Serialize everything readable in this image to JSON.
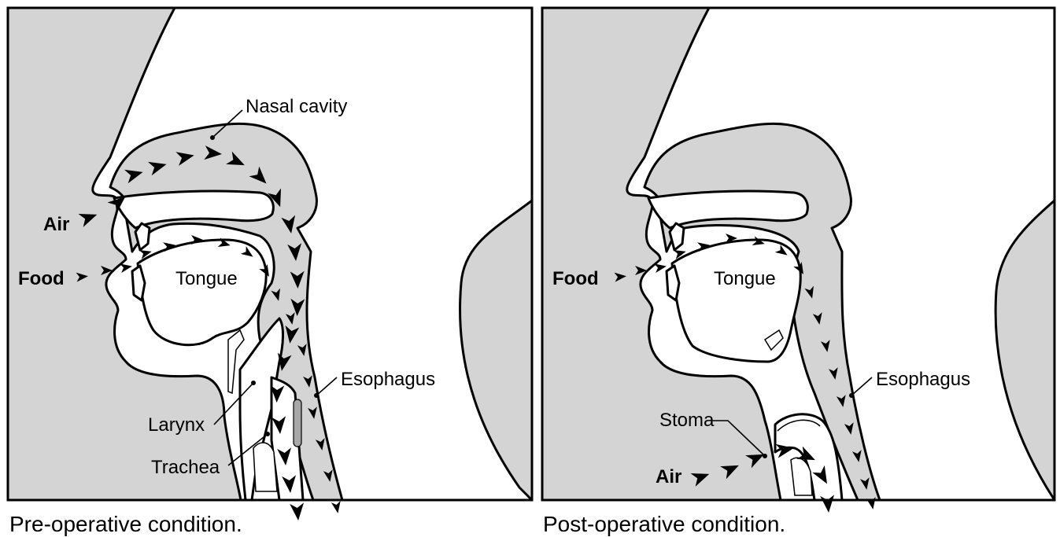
{
  "panels": [
    {
      "id": "pre",
      "caption": "Pre-operative condition.",
      "labels": {
        "nasal_cavity": "Nasal cavity",
        "air": "Air",
        "food": "Food",
        "tongue": "Tongue",
        "esophagus": "Esophagus",
        "larynx": "Larynx",
        "trachea": "Trachea"
      }
    },
    {
      "id": "post",
      "caption": "Post-operative condition.",
      "labels": {
        "food": "Food",
        "tongue": "Tongue",
        "esophagus": "Esophagus",
        "stoma": "Stoma",
        "air": "Air"
      }
    }
  ],
  "colors": {
    "tissue": "#d4d4d4",
    "outline": "#000000",
    "background": "#ffffff"
  }
}
